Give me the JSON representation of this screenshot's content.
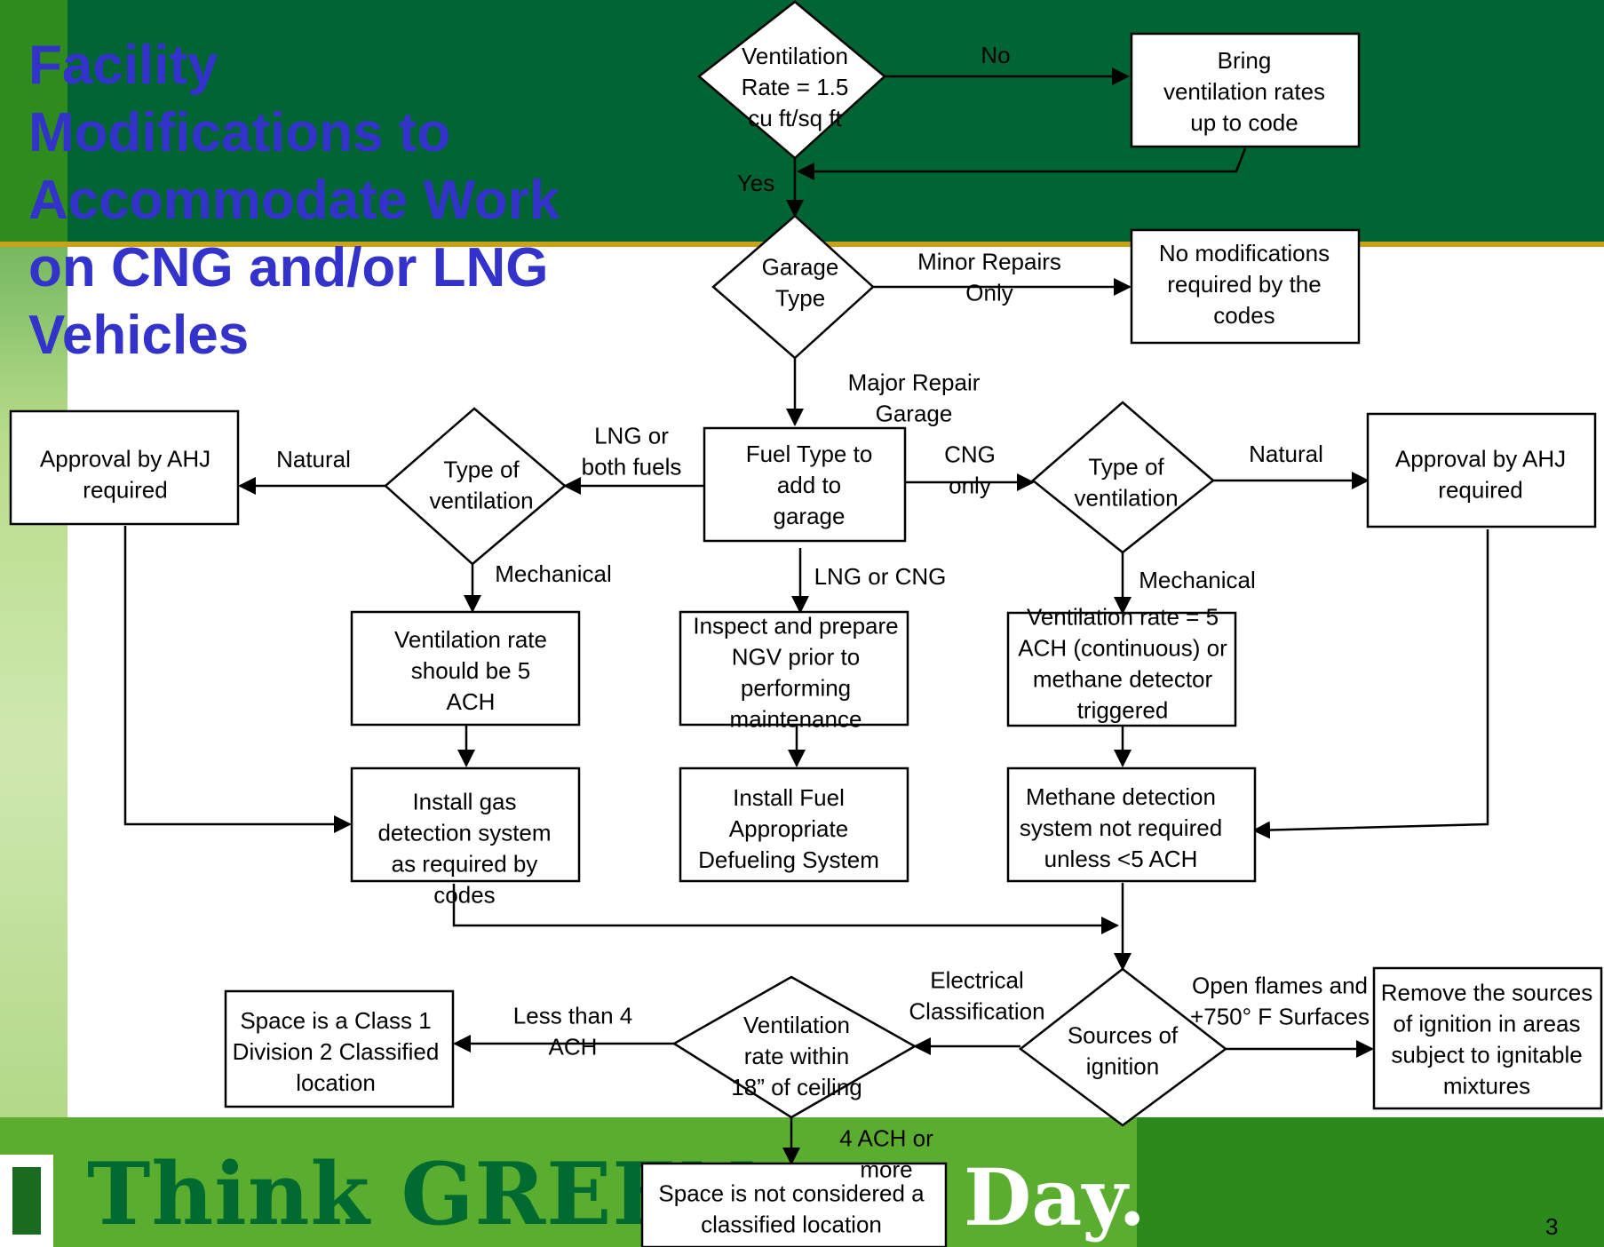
{
  "title": "Facility\nModifications to\nAccommodate Work\non CNG and/or LNG\nVehicles",
  "footer": {
    "brand": "Think GREEN",
    "tagline": "Day.",
    "page_number": "3"
  },
  "nodes": {
    "vent_rate_q": [
      "Ventilation",
      "Rate = 1.5",
      "cu ft/sq ft"
    ],
    "bring_vent": [
      "Bring",
      "ventilation rates",
      "up to code"
    ],
    "garage_type": [
      "Garage",
      "Type"
    ],
    "no_mods": [
      "No modifications",
      "required by the",
      "codes"
    ],
    "fuel_type": [
      "Fuel Type to",
      "add to",
      "garage"
    ],
    "type_vent_left": [
      "Type of",
      "ventilation"
    ],
    "type_vent_right": [
      "Type of",
      "ventilation"
    ],
    "approval_left": [
      "Approval  by AHJ",
      "required"
    ],
    "approval_right": [
      "Approval  by AHJ",
      "required"
    ],
    "vent_5ach": [
      "Ventilation rate",
      "should be 5",
      "ACH"
    ],
    "inspect": [
      "Inspect and prepare",
      "NGV prior to",
      "performing",
      "maintenance"
    ],
    "vent_5ach_cont": [
      "Ventilation rate = 5",
      "ACH (continuous) or",
      "methane detector",
      "triggered"
    ],
    "install_gas": [
      "Install gas",
      "detection system",
      "as required by",
      "codes"
    ],
    "install_fuel": [
      "Install Fuel",
      "Appropriate",
      "Defueling System"
    ],
    "methane_not_req": [
      "Methane detection",
      "system not required",
      "unless <5 ACH"
    ],
    "sources": [
      "Sources of",
      "ignition"
    ],
    "remove_sources": [
      "Remove the sources",
      "of ignition in areas",
      "subject to ignitable",
      "mixtures"
    ],
    "vent_ceiling": [
      "Ventilation",
      "rate within",
      "18” of ceiling"
    ],
    "class1": [
      "Space is a Class 1",
      "Division 2 Classified",
      "location"
    ],
    "not_classified": [
      "Space is not considered a",
      "classified location"
    ]
  },
  "edge_labels": {
    "no": "No",
    "yes": "Yes",
    "minor": [
      "Minor Repairs",
      "Only"
    ],
    "major": [
      "Major Repair",
      "Garage"
    ],
    "lng_both": [
      "LNG or",
      "both fuels"
    ],
    "cng_only": [
      "CNG",
      "only"
    ],
    "natural_left": "Natural",
    "natural_right": "Natural",
    "mech_left": "Mechanical",
    "mech_right": "Mechanical",
    "lng_or_cng": "LNG or CNG",
    "electrical": [
      "Electrical",
      "Classification"
    ],
    "open_flames": [
      "Open flames and",
      "+750°  F Surfaces"
    ],
    "less_than_4": [
      "Less than 4",
      "ACH"
    ],
    "four_ach": [
      "4 ACH or",
      "more"
    ]
  }
}
